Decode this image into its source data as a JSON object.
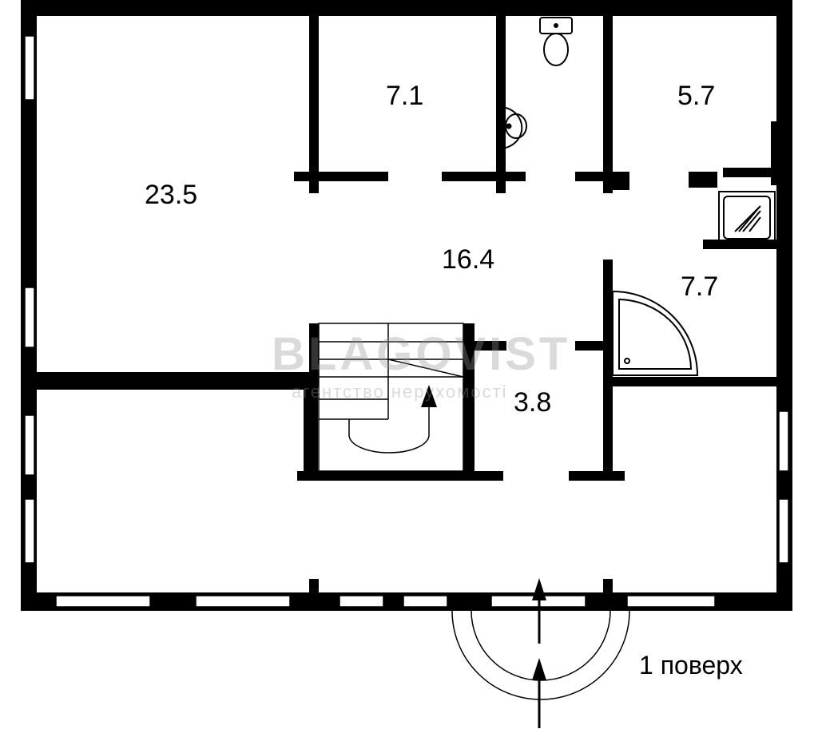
{
  "rooms": {
    "room_a": "23.5",
    "room_b": "7.1",
    "room_c": "5.7",
    "hall": "16.4",
    "bathroom": "7.7",
    "stair_hall": "3.8"
  },
  "floor_label": "1 поверх",
  "watermark": {
    "brand": "BLAGOVIST",
    "tagline": "агентство нерухомості"
  },
  "colors": {
    "wall": "#000000",
    "background": "#ffffff"
  }
}
